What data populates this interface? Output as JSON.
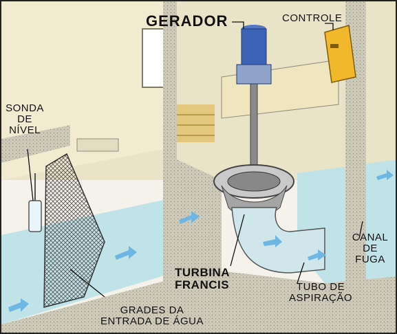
{
  "labels": {
    "generator": "GERADOR",
    "control": "CONTROLE",
    "level_probe": [
      "SONDA",
      "DE",
      "NÍVEL"
    ],
    "turbine": [
      "TURBINA",
      "FRANCIS"
    ],
    "draft_tube": [
      "TUBO DE",
      "ASPIRAÇÃO"
    ],
    "tailrace": [
      "CANAL",
      "DE",
      "FUGA"
    ],
    "intake_grates": [
      "GRADES DA",
      "ENTRADA DE ÁGUA"
    ]
  },
  "colors": {
    "wall": "#d7d3c2",
    "wall_dark": "#a9a594",
    "water": "#bfe3e6",
    "arrow": "#6fb7e3",
    "generator": "#3b62b5",
    "control_box": "#f1b82b",
    "floor": "#efe6bf"
  }
}
